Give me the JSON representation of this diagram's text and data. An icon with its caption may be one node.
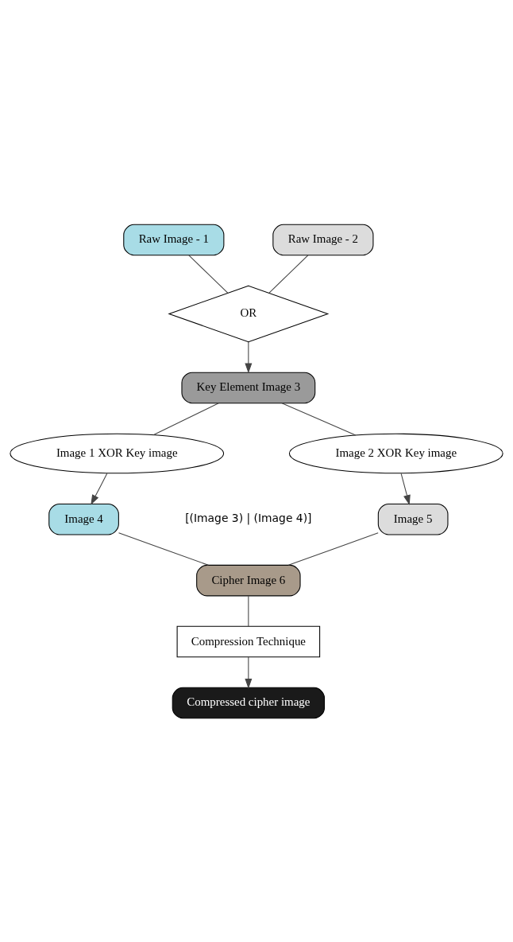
{
  "diagram": {
    "nodes": [
      {
        "text": [
          "Raw Image - 1"
        ]
      },
      {
        "text": [
          "Raw Image - 2"
        ]
      },
      {
        "text": [
          "OR"
        ]
      },
      {
        "text": [
          "Key Element Image 3"
        ]
      },
      {
        "text": [
          "Image 1 XOR Key image"
        ]
      },
      {
        "text": [
          "Image 2 XOR Key image"
        ]
      },
      {
        "text": [
          "Image 4"
        ]
      },
      {
        "text": [
          "Image 5"
        ]
      },
      {
        "text": [
          "Cipher Image 6"
        ]
      },
      {
        "text": [
          "Compression Technique"
        ]
      },
      {
        "text": [
          "Compressed cipher image"
        ]
      }
    ],
    "edges": [
      {
        "from": 0,
        "to": 2,
        "arrow": "none"
      },
      {
        "from": 1,
        "to": 2,
        "arrow": "none"
      },
      {
        "from": 2,
        "to": 3,
        "arrow": "to"
      },
      {
        "from": 3,
        "to": 4,
        "arrow": "none"
      },
      {
        "from": 3,
        "to": 5,
        "arrow": "none"
      },
      {
        "from": 4,
        "to": 6,
        "arrow": "to"
      },
      {
        "from": 5,
        "to": 7,
        "arrow": "to"
      },
      {
        "from": 6,
        "to": 8,
        "arrow": "none"
      },
      {
        "from": 7,
        "to": 8,
        "arrow": "none"
      },
      {
        "from": 8,
        "to": 9,
        "arrow": "none"
      },
      {
        "from": 9,
        "to": 10,
        "arrow": "to"
      }
    ],
    "labels": [
      "[(Image 3) | (Image 4)]"
    ]
  }
}
